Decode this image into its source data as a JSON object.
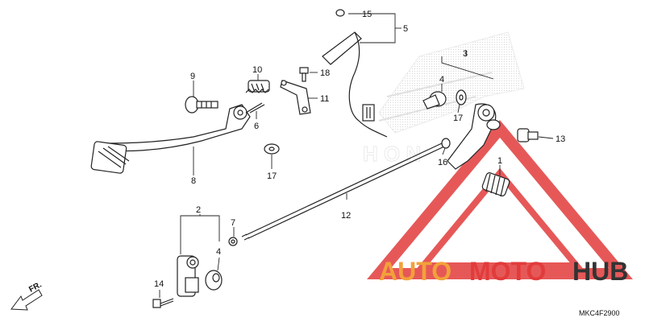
{
  "diagram": {
    "code": "MKC4F2900",
    "direction_label": "FR.",
    "callouts": {
      "c1": "1",
      "c2": "2",
      "c3": "3",
      "c4a": "4",
      "c4b": "4",
      "c5": "5",
      "c6": "6",
      "c7": "7",
      "c8": "8",
      "c9": "9",
      "c10": "10",
      "c11": "11",
      "c12": "12",
      "c13": "13",
      "c14": "14",
      "c15": "15",
      "c16": "16",
      "c17a": "17",
      "c17b": "17",
      "c18": "18"
    }
  },
  "watermark": {
    "word_a": "AUTO",
    "word_b": "MOTO",
    "word_c": "HUB",
    "colors": {
      "orange": "#f2a13a",
      "red": "#e23b3b",
      "dark": "#333333"
    }
  }
}
